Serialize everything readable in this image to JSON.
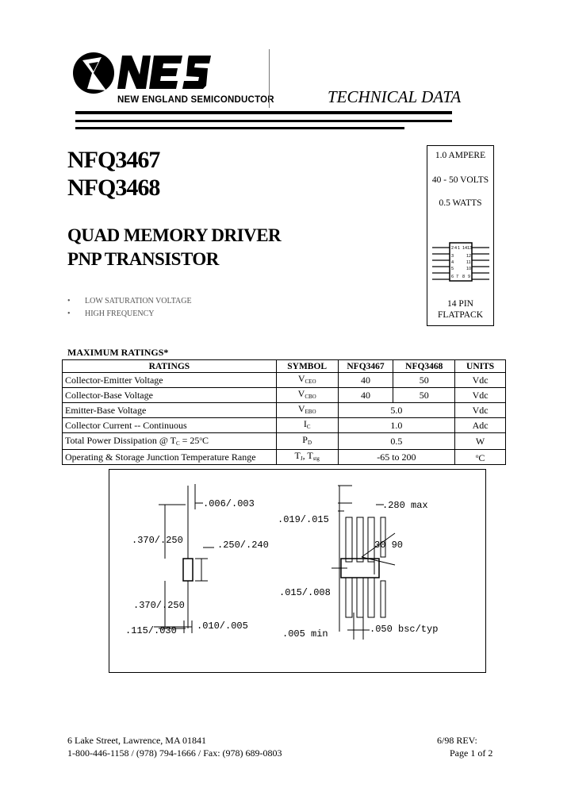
{
  "header": {
    "company": "NEW ENGLAND SEMICONDUCTOR",
    "doc_type": "TECHNICAL DATA"
  },
  "parts": [
    "NFQ3467",
    "NFQ3468"
  ],
  "titles": [
    "QUAD MEMORY DRIVER",
    "PNP TRANSISTOR"
  ],
  "specs": {
    "current": "1.0 AMPERE",
    "voltage": "40 - 50 VOLTS",
    "power": "0.5 WATTS",
    "package_line1": "14 PIN",
    "package_line2": "FLATPACK",
    "pins_top": [
      "2",
      "4",
      "1",
      "14",
      "13"
    ],
    "pins_mid_left": [
      "3",
      "4",
      "5"
    ],
    "pins_mid_right": [
      "12",
      "11",
      "10"
    ],
    "pins_bottom": [
      "6",
      "7",
      "8",
      "9"
    ]
  },
  "features": [
    "LOW SATURATION VOLTAGE",
    "HIGH FREQUENCY"
  ],
  "ratings": {
    "label": "MAXIMUM RATINGS*",
    "headers": [
      "RATINGS",
      "SYMBOL",
      "NFQ3467",
      "NFQ3468",
      "UNITS"
    ],
    "rows": [
      {
        "rating": "Collector-Emitter Voltage",
        "sym": "V",
        "sub": "CEO",
        "v1": "40",
        "v2": "50",
        "unit": "Vdc"
      },
      {
        "rating": "Collector-Base  Voltage",
        "sym": "V",
        "sub": "CBO",
        "v1": "40",
        "v2": "50",
        "unit": "Vdc"
      },
      {
        "rating": "Emitter-Base Voltage",
        "sym": "V",
        "sub": "EBO",
        "both": "5.0",
        "unit": "Vdc"
      },
      {
        "rating": "Collector Current -- Continuous",
        "sym": "I",
        "sub": "C",
        "both": "1.0",
        "unit": "Adc"
      },
      {
        "rating_a": "Total Power Dissipation   @ T",
        "rating_sub": "C",
        "rating_b": " = 25",
        "rating_sup": "o",
        "rating_c": "C",
        "sym": "P",
        "sub": "D",
        "both": "0.5",
        "unit": "W"
      },
      {
        "rating": "Operating & Storage Junction  Temperature Range",
        "sym": "T",
        "sub": "J",
        "sym2": ", T",
        "sub2": "stg",
        "both": "-65 to   200",
        "unit_sup": "o",
        "unit": "C"
      }
    ]
  },
  "drawing": {
    "dims": [
      ".006/.003",
      ".370/.250",
      ".250/.240",
      ".370/.250",
      ".115/.030",
      ".010/.005",
      ".019/.015",
      ".280 max",
      "30 90",
      ".015/.008",
      ".005 min",
      ".050 bsc/typ"
    ]
  },
  "footer": {
    "address": "6 Lake Street, Lawrence, MA 01841",
    "phone": "1-800-446-1158 / (978) 794-1666 / Fax: (978) 689-0803",
    "date_rev": "6/98   REV:",
    "page": "Page 1 of 2"
  }
}
